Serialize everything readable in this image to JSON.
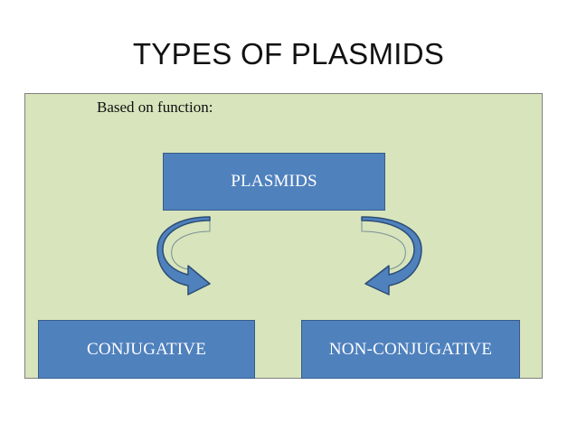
{
  "slide": {
    "title": "TYPES OF PLASMIDS",
    "subtitle": "Based on function:"
  },
  "diagram": {
    "root": "PLASMIDS",
    "children": [
      {
        "label": "CONJUGATIVE"
      },
      {
        "label": "NON-CONJUGATIVE"
      }
    ],
    "colors": {
      "panel_background": "#d8e4bc",
      "node_fill": "#4f81bd",
      "node_border": "#385d8a",
      "node_text": "#ffffff",
      "arrow_fill": "#4f81bd",
      "arrow_stroke": "#2c4d75"
    }
  }
}
